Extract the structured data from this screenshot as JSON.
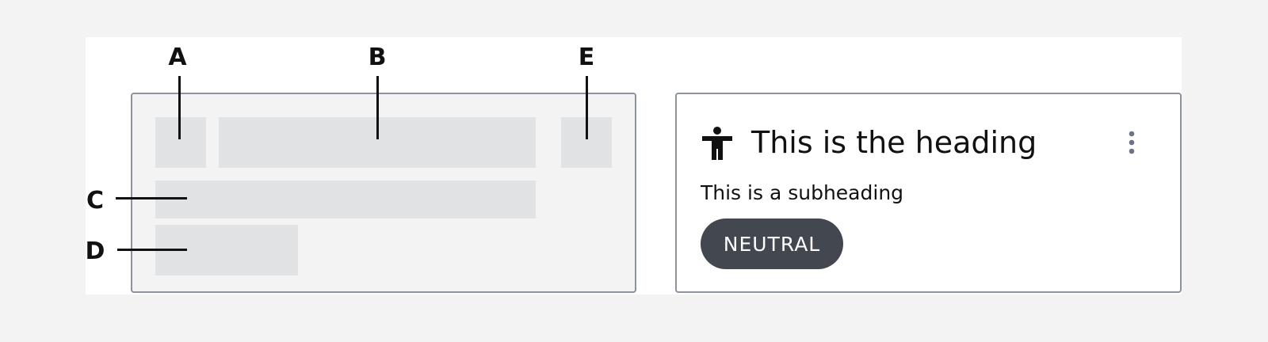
{
  "anatomy": {
    "callouts": {
      "a": "A",
      "b": "B",
      "c": "C",
      "d": "D",
      "e": "E"
    }
  },
  "card": {
    "icon": "accessibility-person-icon",
    "heading": "This is the heading",
    "subheading": "This is a subheading",
    "badge": "NEUTRAL",
    "menu_icon": "kebab-menu-icon"
  },
  "colors": {
    "page_background": "#f3f3f3",
    "canvas": "#ffffff",
    "placeholder_block": "#e1e2e4",
    "border": "#8d939d",
    "text": "#111111",
    "badge_background": "#424750",
    "badge_text": "#ffffff",
    "kebab_dots": "#6b7585"
  }
}
